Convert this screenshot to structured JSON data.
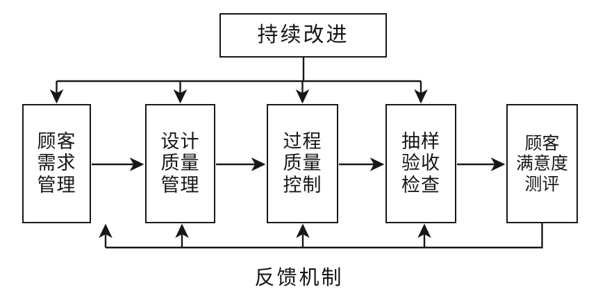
{
  "diagram": {
    "title": "持续改进",
    "top_node": {
      "id": "continuous-improvement",
      "label": "持续改进",
      "lines": [
        "持续改进"
      ]
    },
    "stages": [
      {
        "id": "customer-requirement-management",
        "label": "顾客需求管理",
        "lines": [
          "顾客",
          "需求",
          "管理"
        ]
      },
      {
        "id": "design-quality-management",
        "label": "设计质量管理",
        "lines": [
          "设计",
          "质量",
          "管理"
        ]
      },
      {
        "id": "process-quality-control",
        "label": "过程质量控制",
        "lines": [
          "过程",
          "质量",
          "控制"
        ]
      },
      {
        "id": "sampling-acceptance-inspection",
        "label": "抽样验收检查",
        "lines": [
          "抽样",
          "验收",
          "检查"
        ]
      },
      {
        "id": "customer-satisfaction-evaluation",
        "label": "顾客满意度测评",
        "lines": [
          "顾客",
          "满意度",
          "测评"
        ]
      }
    ],
    "feedback_caption": "反馈机制",
    "colors": {
      "stroke": "#17171a",
      "text": "#16161a",
      "background": "#ffffff"
    }
  }
}
